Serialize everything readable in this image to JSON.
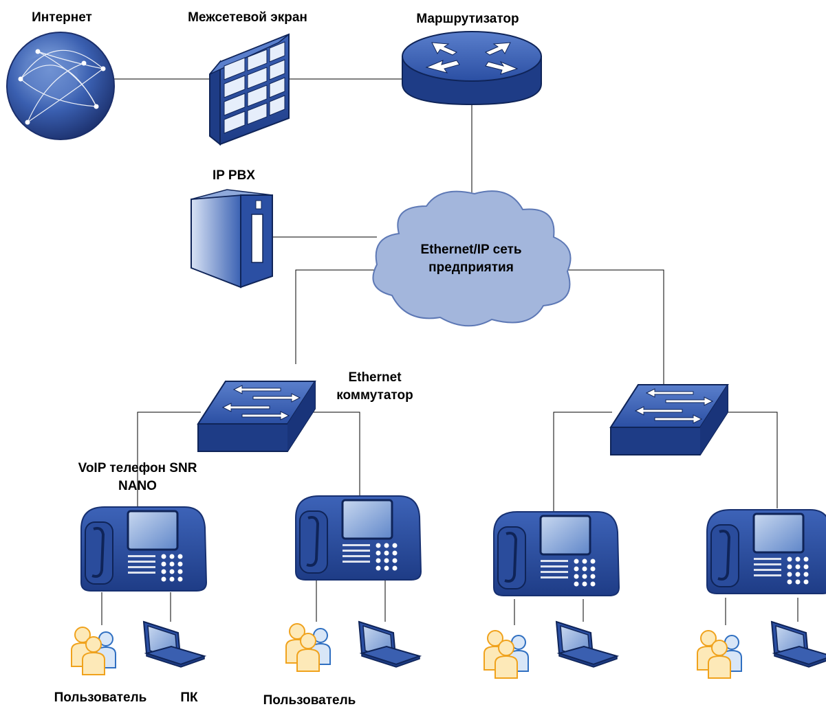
{
  "labels": {
    "internet": "Интернет",
    "firewall": "Межсетевой экран",
    "router": "Маршрутизатор",
    "ippbx": "IP PBX",
    "network_line1": "Ethernet/IP сеть",
    "network_line2": "предприятия",
    "switch_line1": "Ethernet",
    "switch_line2": "коммутатор",
    "phone_line1": "VoIP телефон SNR",
    "phone_line2": "NANO",
    "user1": "Пользователь",
    "pc1": "ПК",
    "user2": "Пользователь"
  },
  "colors": {
    "device_blue": "#2b4fa3",
    "device_dark": "#1d3a80",
    "cloud": "#9fb2d8",
    "line": "#000000"
  }
}
